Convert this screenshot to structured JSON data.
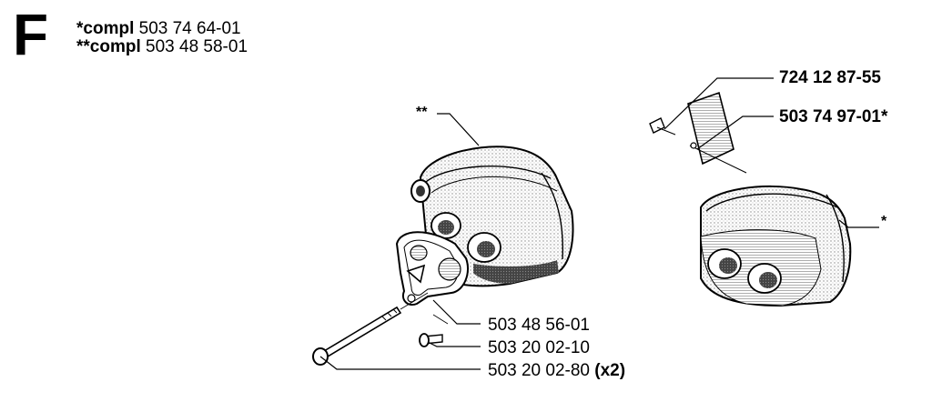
{
  "section": "F",
  "header": {
    "line1": {
      "prefix": "*compl",
      "number": "503 74 64-01"
    },
    "line2": {
      "prefix": "**compl",
      "number": "503 48 58-01"
    }
  },
  "callouts": {
    "muffler_left_mark": "**",
    "muffler_right_mark": "*",
    "part_724": "724 12 87-55",
    "part_503749": "503 74 97-01*",
    "gasket": "503 48 56-01",
    "screw_short": "503 20 02-10",
    "bolt_long": "503 20 02-80",
    "bolt_long_qty": "(x2)"
  }
}
